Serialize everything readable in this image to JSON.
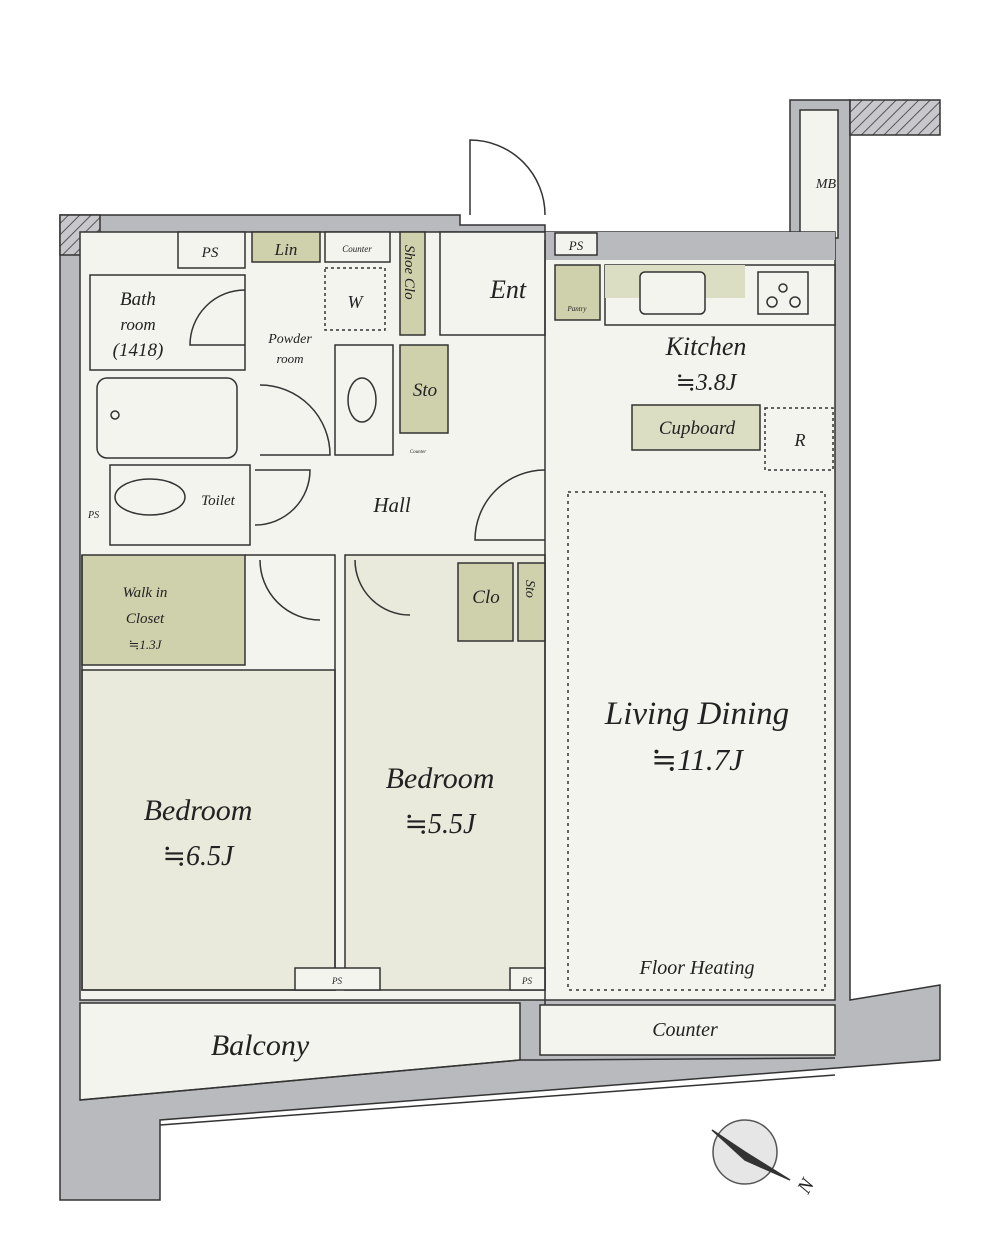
{
  "colors": {
    "wall": "#b9babd",
    "room": "#f4f4ee",
    "bedroom": "#e9eadb",
    "closet": "#cfd1ad",
    "line": "#333333"
  },
  "rooms": {
    "ps_top": "PS",
    "linen": "Lin",
    "counter_small": "Counter",
    "shoe_closet": "Shoe Clo",
    "entrance": "Ent",
    "ps_kitchen": "PS",
    "mb": "MB",
    "pantry": "Pantry",
    "kitchen": "Kitchen",
    "kitchen_size": "≒3.8J",
    "cupboard": "Cupboard",
    "refrigerator": "R",
    "bath_l1": "Bath",
    "bath_l2": "room",
    "bath_l3": "(1418)",
    "powder_l1": "Powder",
    "powder_l2": "room",
    "washer": "W",
    "storage1": "Sto",
    "counter_sink": "Counter",
    "toilet": "Toilet",
    "ps_left": "PS",
    "hall": "Hall",
    "wic_l1": "Walk in",
    "wic_l2": "Closet",
    "wic_size": "≒1.3J",
    "closet2": "Clo",
    "storage2": "Sto",
    "bedroom1": "Bedroom",
    "bedroom1_size": "≒6.5J",
    "bedroom2": "Bedroom",
    "bedroom2_size": "≒5.5J",
    "living": "Living Dining",
    "living_size": "≒11.7J",
    "floor_heating": "Floor Heating",
    "ps_b1": "PS",
    "ps_b2": "PS",
    "balcony": "Balcony",
    "counter_bottom": "Counter"
  },
  "compass": {
    "label": "N"
  }
}
